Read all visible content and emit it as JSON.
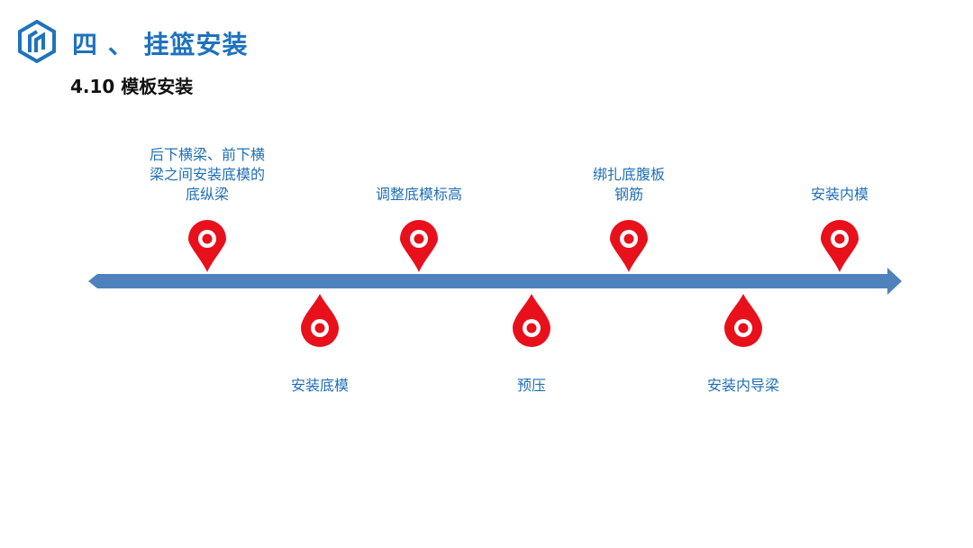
{
  "header": {
    "title": "四 、 挂篮安装",
    "subtitle": "4.10 模板安装"
  },
  "colors": {
    "title": "#1e73be",
    "arrow": "#4f81bd",
    "marker": "#e8101b",
    "label": "#1f6fb5"
  },
  "steps": [
    {
      "label": "后下横梁、前下横\n梁之间安装底模的\n底纵梁",
      "position": "above",
      "icon": "map-pin-icon"
    },
    {
      "label": "安装底模",
      "position": "below",
      "icon": "drop-pin-icon"
    },
    {
      "label": "调整底模标高",
      "position": "above",
      "icon": "map-pin-icon"
    },
    {
      "label": "预压",
      "position": "below",
      "icon": "drop-pin-icon"
    },
    {
      "label": "绑扎底腹板\n钢筋",
      "position": "above",
      "icon": "map-pin-icon"
    },
    {
      "label": "安装内导梁",
      "position": "below",
      "icon": "drop-pin-icon"
    },
    {
      "label": "安装内模",
      "position": "above",
      "icon": "map-pin-icon"
    }
  ]
}
